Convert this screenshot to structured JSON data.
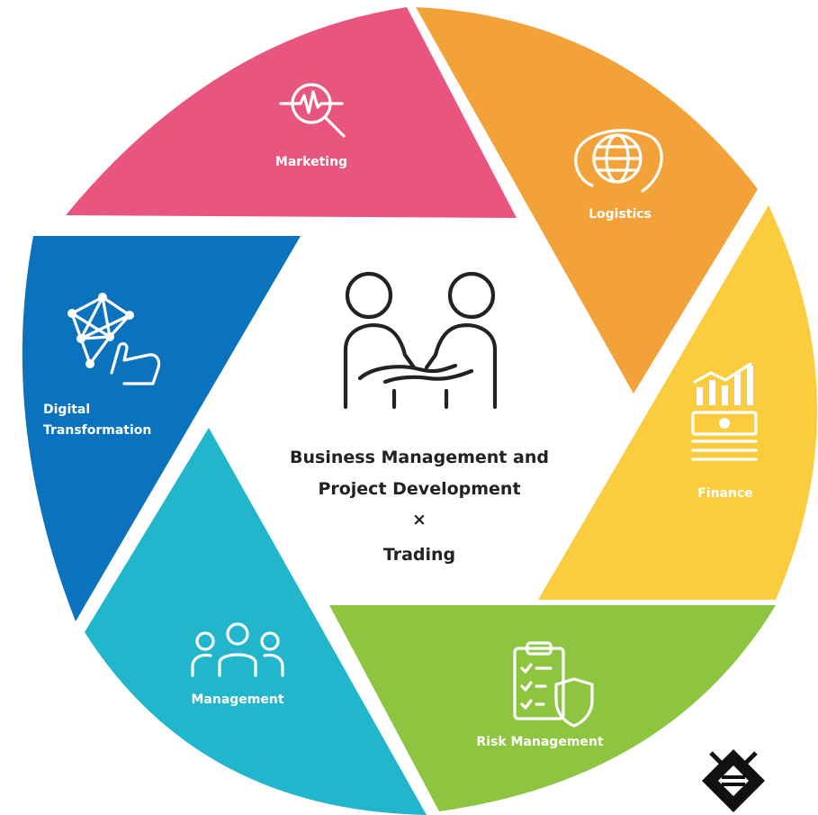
{
  "segments": [
    {
      "label": "Marketing",
      "color": "#e8557f",
      "icon": "magnifier-pulse-icon"
    },
    {
      "label": "Logistics",
      "color": "#f3a23a",
      "icon": "globe-orbit-icon"
    },
    {
      "label": "Finance",
      "color": "#fbcc3e",
      "icon": "money-chart-icon"
    },
    {
      "label": "Risk Management",
      "color": "#8dc440",
      "icon": "checklist-shield-icon"
    },
    {
      "label": "Management",
      "color": "#21b6cc",
      "icon": "team-icon"
    },
    {
      "label": "Digital",
      "label2": "Transformation",
      "color": "#0b72bd",
      "icon": "network-hand-icon"
    }
  ],
  "center": {
    "line1": "Business Management and",
    "line2": "Project Development",
    "line3": "×",
    "line4": "Trading",
    "icon": "handshake-people-icon"
  },
  "logo": {
    "icon": "diamond-logo-icon",
    "color": "#111111"
  }
}
